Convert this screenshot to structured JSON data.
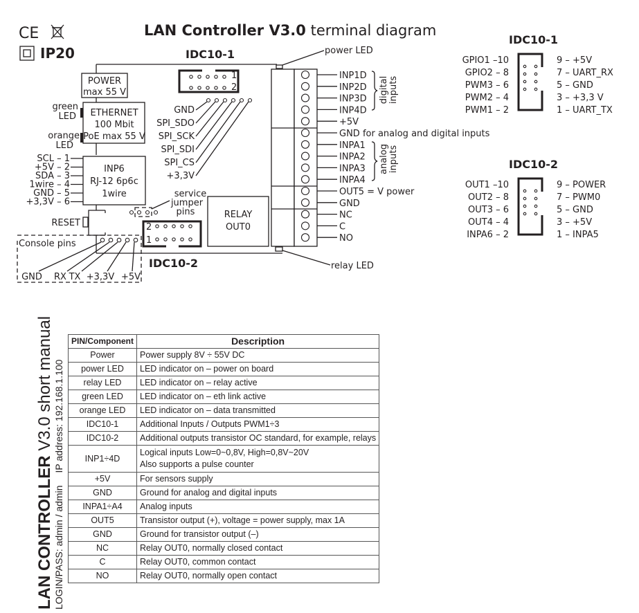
{
  "header": {
    "title_bold": "LAN Controller V3.0",
    "title_rest": " terminal diagram",
    "marks": {
      "ce": "CE",
      "weee_icon": "crossed-bin-icon",
      "ip_rating": "IP20"
    }
  },
  "board": {
    "power_box": [
      "POWER",
      "max 55 V"
    ],
    "ethernet_box": [
      "ETHERNET",
      "100 Mbit",
      "PoE max 55 V"
    ],
    "green_led": [
      "green",
      "LED"
    ],
    "orange_led": [
      "orange",
      "LED"
    ],
    "inp6_box": [
      "INP6",
      "RJ-12 6p6c",
      "1wire"
    ],
    "inp6_pins": [
      "SCL – 1",
      "+5V – 2",
      "SDA – 3",
      "1wire – 4",
      "GND – 5",
      "+3,3V – 6"
    ],
    "reset_label": "RESET",
    "console_title": "Console pins",
    "console_pins": [
      "GND",
      "RX",
      "TX",
      "+3,3V",
      "+5V"
    ],
    "idc10_1_label": "IDC10-1",
    "idc10_1_row_nums": [
      "1",
      "2"
    ],
    "spi_pins": [
      "GND",
      "SPI_SDO",
      "SPI_SCK",
      "SPI_SDI",
      "SPI_CS",
      "+3,3V"
    ],
    "service_jumper": [
      "service",
      "jumper",
      "pins"
    ],
    "idc10_2_label": "IDC10-2",
    "idc10_2_row_nums": [
      "2",
      "1"
    ],
    "relay_box": [
      "RELAY",
      "OUT0"
    ],
    "power_led_label": "power LED",
    "relay_led_label": "relay LED",
    "terminals": [
      "INP1D",
      "INP2D",
      "INP3D",
      "INP4D",
      "+5V",
      "GND for analog and digital inputs",
      "INPA1",
      "INPA2",
      "INPA3",
      "INPA4",
      "OUT5 = V power",
      "GND",
      "NC",
      "C",
      "NO"
    ],
    "digital_group": [
      "digital",
      "inputs"
    ],
    "analog_group": [
      "analog",
      "inputs"
    ]
  },
  "idc10_1_pinout": {
    "title": "IDC10-1",
    "left": [
      "GPIO1 –10",
      "GPIO2 –  8",
      "PWM3 –  6",
      "PWM2 –  4",
      "PWM1 –  2"
    ],
    "right": [
      "9 – +5V",
      "7 – UART_RX",
      "5 – GND",
      "3 – +3,3 V",
      "1 – UART_TX"
    ]
  },
  "idc10_2_pinout": {
    "title": "IDC10-2",
    "left": [
      "OUT1 –10",
      "OUT2 –  8",
      "OUT3 –  6",
      "OUT4 –  4",
      "INPA6 –  2"
    ],
    "right": [
      "9 – POWER",
      "7 – PWM0",
      "5 – GND",
      "3 – +5V",
      "1 – INPA5"
    ]
  },
  "manual": {
    "title_bold": "LAN CONTROLLER",
    "title_rest": " V3.0 short manual",
    "login": "LOGIN/PASS: admin / admin",
    "ip": "IP address: 192.168.1.100",
    "table": {
      "headers": [
        "PIN/Component",
        "Description"
      ],
      "rows": [
        [
          "Power",
          "Power supply 8V ÷ 55V DC",
          ""
        ],
        [
          "power LED",
          "LED indicator on – power on board",
          ""
        ],
        [
          "relay LED",
          "LED indicator on – relay active",
          ""
        ],
        [
          "green LED",
          "LED indicator on –  eth link active",
          ""
        ],
        [
          "orange LED",
          "LED indicator on –  data transmitted",
          ""
        ],
        [
          "IDC10-1",
          "Additional Inputs / Outputs PWM1÷3",
          ""
        ],
        [
          "IDC10-2",
          "Additional outputs transistor OC standard, for example, relays",
          ""
        ],
        [
          "INP1÷4D",
          "Logical inputs Low=0~0,8V, High=0,8V~20V",
          "Also supports a pulse counter"
        ],
        [
          "+5V",
          "For sensors supply",
          ""
        ],
        [
          "GND",
          "Ground for analog and digital inputs",
          ""
        ],
        [
          "INPA1÷A4",
          "Analog inputs",
          ""
        ],
        [
          "OUT5",
          "Transistor output (+), voltage = power supply, max 1A",
          ""
        ],
        [
          "GND",
          "Ground for transistor output (–)",
          ""
        ],
        [
          "NC",
          "Relay OUT0, normally closed contact",
          ""
        ],
        [
          "C",
          "Relay OUT0, common contact",
          ""
        ],
        [
          "NO",
          "Relay OUT0, normally open contact",
          ""
        ]
      ]
    }
  }
}
